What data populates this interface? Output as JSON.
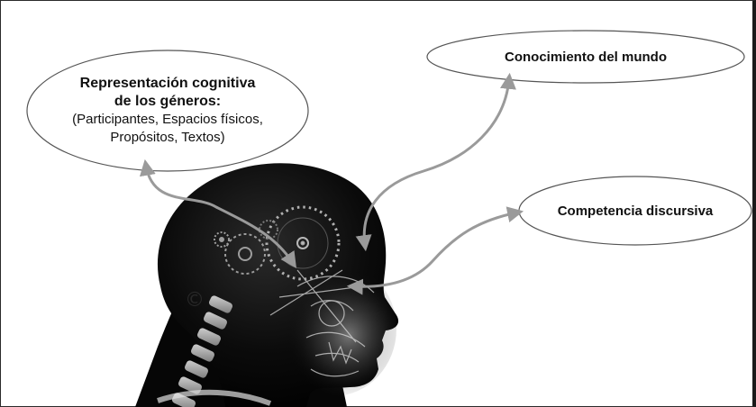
{
  "bubbles": {
    "representation": {
      "line1": "Representación cognitiva",
      "line2": "de los géneros:",
      "line3": "(Participantes, Espacios físicos,",
      "line4": "Propósitos,  Textos)"
    },
    "world_knowledge": {
      "label": "Conocimiento del mundo"
    },
    "discursive_competence": {
      "label": "Competencia discursiva"
    }
  },
  "colors": {
    "ellipse_stroke": "#555555",
    "arrow": "#9a9a9a",
    "head_dark": "#050505",
    "head_glow": "#bdbdbd"
  },
  "icons": [
    "head-silhouette-image",
    "gear-icon",
    "curved-arrow-icon"
  ]
}
